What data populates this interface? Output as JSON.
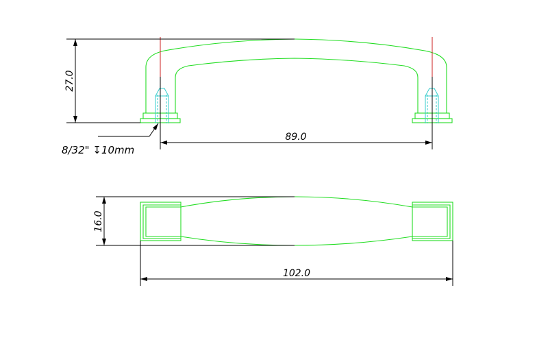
{
  "colors": {
    "outline": "#22dd22",
    "thread": "#33cccc",
    "centerline": "#cc2222",
    "dimension": "#000000",
    "background": "#ffffff"
  },
  "dimensions": {
    "height": "27.0",
    "hole_spacing": "89.0",
    "width": "16.0",
    "length": "102.0"
  },
  "callouts": {
    "thread": "8/32\" ↧10mm"
  }
}
